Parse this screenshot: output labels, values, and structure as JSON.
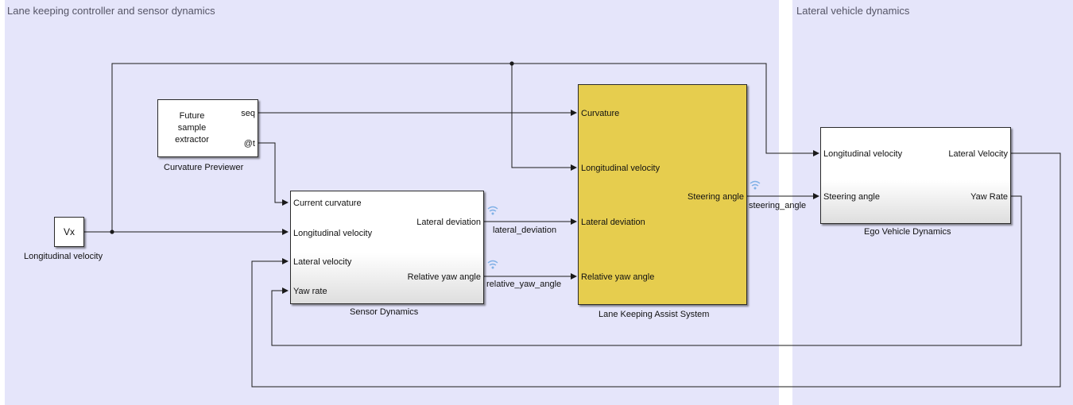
{
  "areas": {
    "controller_title": "Lane keeping controller and sensor dynamics",
    "lateral_title": "Lateral vehicle dynamics"
  },
  "blocks": {
    "vx": {
      "text": "Vx",
      "name": "Longitudinal velocity"
    },
    "previewer": {
      "line1": "Future",
      "line2": "sample",
      "line3": "extractor",
      "port_seq": "seq",
      "port_t": "@t",
      "name": "Curvature Previewer"
    },
    "sensor": {
      "in1": "Current curvature",
      "in2": "Longitudinal velocity",
      "in3": "Lateral velocity",
      "in4": "Yaw rate",
      "out1": "Lateral deviation",
      "out2": "Relative yaw angle",
      "name": "Sensor Dynamics"
    },
    "lkas": {
      "in1": "Curvature",
      "in2": "Longitudinal velocity",
      "in3": "Lateral deviation",
      "in4": "Relative yaw angle",
      "out1": "Steering angle",
      "name": "Lane Keeping Assist System"
    },
    "ego": {
      "in1": "Longitudinal velocity",
      "in2": "Steering angle",
      "out1": "Lateral Velocity",
      "out2": "Yaw Rate",
      "name": "Ego Vehicle Dynamics"
    }
  },
  "signals": {
    "lateral_deviation": "lateral_deviation",
    "relative_yaw_angle": "relative_yaw_angle",
    "steering_angle": "steering_angle"
  },
  "colors": {
    "area": "#e5e5fa",
    "lkas_block": "#e6cd4e",
    "wire": "#1a1a1a",
    "log_icon": "#7fb0e6"
  }
}
